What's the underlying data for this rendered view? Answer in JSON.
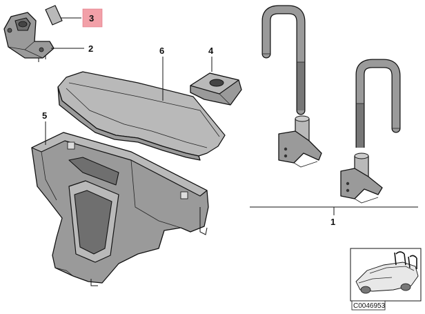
{
  "callouts": {
    "c1": "1",
    "c2": "2",
    "c3": "3",
    "c4": "4",
    "c5": "5",
    "c6": "6"
  },
  "highlight_color": "#f2a0a8",
  "reference_number": "C0046953"
}
